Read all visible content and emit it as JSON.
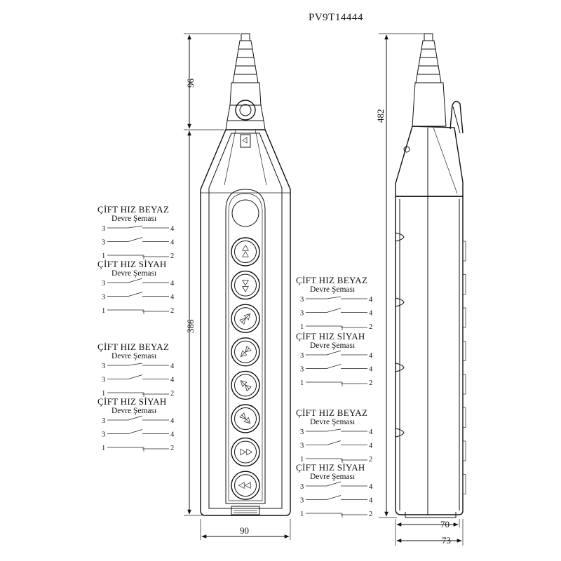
{
  "title": "PV9T14444",
  "dimensions": {
    "cable_gland_height": "96",
    "total_height": "482",
    "body_height": "386",
    "width": "90",
    "depth_body": "70",
    "depth_total": "73"
  },
  "schematic_labels": {
    "white_title": "ÇİFT HIZ BEYAZ",
    "black_title": "ÇİFT HIZ SİYAH",
    "subtitle": "Devre Şeması"
  },
  "schematics": [
    {
      "kind": "white",
      "title": "ÇİFT HIZ BEYAZ",
      "subtitle": "Devre Şeması",
      "rows": [
        [
          "3",
          "4"
        ],
        [
          "3",
          "4"
        ],
        [
          "1",
          "2"
        ]
      ]
    },
    {
      "kind": "black",
      "title": "ÇİFT HIZ SİYAH",
      "subtitle": "Devre Şeması",
      "rows": [
        [
          "3",
          "4"
        ],
        [
          "3",
          "4"
        ],
        [
          "1",
          "2"
        ]
      ]
    },
    {
      "kind": "white",
      "title": "ÇİFT HIZ BEYAZ",
      "subtitle": "Devre Şeması",
      "rows": [
        [
          "3",
          "4"
        ],
        [
          "3",
          "4"
        ],
        [
          "1",
          "2"
        ]
      ]
    },
    {
      "kind": "black",
      "title": "ÇİFT HIZ SİYAH",
      "subtitle": "Devre Şeması",
      "rows": [
        [
          "3",
          "4"
        ],
        [
          "3",
          "4"
        ],
        [
          "1",
          "2"
        ]
      ]
    },
    {
      "kind": "white",
      "title": "ÇİFT HIZ BEYAZ",
      "subtitle": "Devre Şeması",
      "rows": [
        [
          "3",
          "4"
        ],
        [
          "3",
          "4"
        ],
        [
          "1",
          "2"
        ]
      ]
    },
    {
      "kind": "black",
      "title": "ÇİFT HIZ SİYAH",
      "subtitle": "Devre Şeması",
      "rows": [
        [
          "3",
          "4"
        ],
        [
          "3",
          "4"
        ],
        [
          "1",
          "2"
        ]
      ]
    },
    {
      "kind": "white",
      "title": "ÇİFT HIZ BEYAZ",
      "subtitle": "Devre Şeması",
      "rows": [
        [
          "3",
          "4"
        ],
        [
          "3",
          "4"
        ],
        [
          "1",
          "2"
        ]
      ]
    },
    {
      "kind": "black",
      "title": "ÇİFT HIZ SİYAH",
      "subtitle": "Devre Şeması",
      "rows": [
        [
          "3",
          "4"
        ],
        [
          "3",
          "4"
        ],
        [
          "1",
          "2"
        ]
      ]
    }
  ],
  "buttons": [
    {
      "name": "up-double-arrow-icon",
      "symbol": "double-up"
    },
    {
      "name": "down-double-arrow-icon",
      "symbol": "double-down"
    },
    {
      "name": "diagonal-up-right-arrow-icon",
      "symbol": "diag-ur"
    },
    {
      "name": "diagonal-down-left-arrow-icon",
      "symbol": "diag-dl"
    },
    {
      "name": "diagonal-up-left-arrow-icon",
      "symbol": "diag-ul"
    },
    {
      "name": "diagonal-down-right-arrow-icon",
      "symbol": "diag-dr"
    },
    {
      "name": "right-double-arrow-icon",
      "symbol": "double-right"
    },
    {
      "name": "left-double-arrow-icon",
      "symbol": "double-left"
    }
  ]
}
